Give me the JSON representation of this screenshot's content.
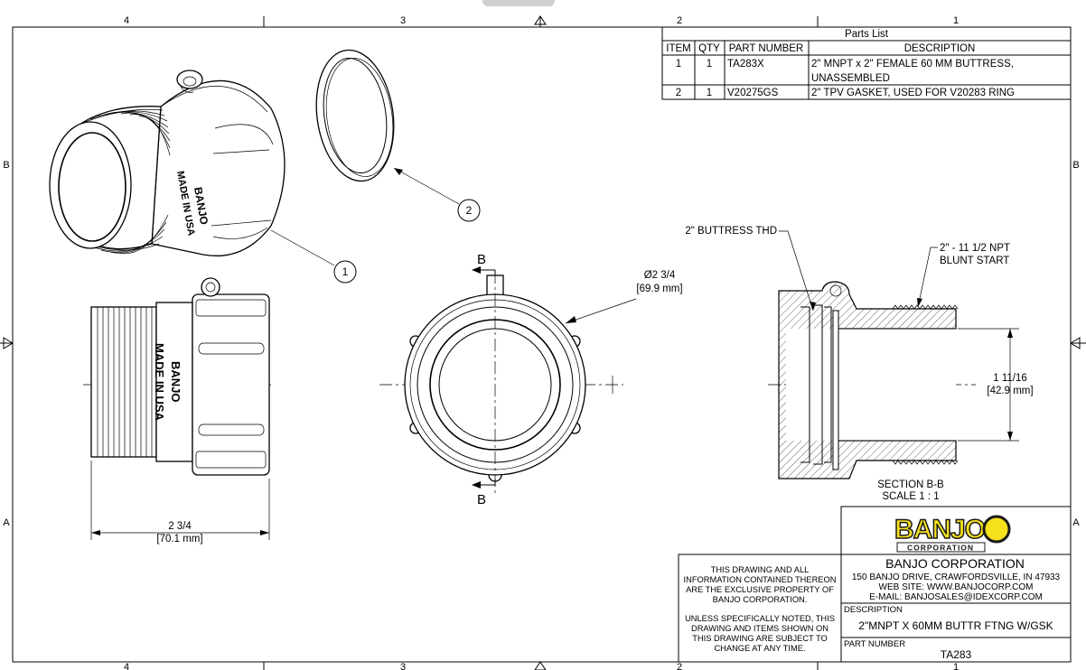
{
  "zones": {
    "top": [
      "4",
      "3",
      "2",
      "1"
    ],
    "bottom": [
      "4",
      "3",
      "2",
      "1"
    ],
    "left": [
      "B",
      "A"
    ],
    "right": [
      "B",
      "A"
    ]
  },
  "parts_list": {
    "title": "Parts List",
    "headers": [
      "ITEM",
      "QTY",
      "PART NUMBER",
      "DESCRIPTION"
    ],
    "rows": [
      {
        "item": "1",
        "qty": "1",
        "part": "TA283X",
        "desc1": "2\" MNPT x 2\" FEMALE 60 MM BUTTRESS,",
        "desc2": "UNASSEMBLED"
      },
      {
        "item": "2",
        "qty": "1",
        "part": "V20275GS",
        "desc1": "2\" TPV GASKET, USED FOR V20283 RING",
        "desc2": ""
      }
    ]
  },
  "balloons": {
    "one": "1",
    "two": "2"
  },
  "embossed": {
    "brand": "BANJO",
    "origin": "MADE IN USA"
  },
  "dimensions": {
    "length_main": "2 3/4",
    "length_mm": "[70.1 mm]",
    "dia_main": "Ø2 3/4",
    "dia_mm": "[69.9 mm]",
    "bore_main": "1 11/16",
    "bore_mm": "[42.9 mm]"
  },
  "section": {
    "marker": "B",
    "title": "SECTION B-B",
    "scale": "SCALE 1 : 1"
  },
  "callouts": {
    "buttress": "2\" BUTTRESS THD",
    "npt1": "2\" - 11 1/2 NPT",
    "npt2": "BLUNT START"
  },
  "notice": {
    "p1": [
      "THIS DRAWING AND ALL",
      "INFORMATION CONTAINED THEREON",
      "ARE THE EXCLUSIVE PROPERTY OF",
      "BANJO CORPORATION."
    ],
    "p2": [
      "UNLESS SPECIFICALLY NOTED, THIS",
      "DRAWING AND ITEMS SHOWN ON",
      "THIS DRAWING ARE SUBJECT TO",
      "CHANGE AT ANY TIME."
    ]
  },
  "company": {
    "logo_word": "BANJO",
    "logo_sub": "CORPORATION",
    "name": "BANJO CORPORATION",
    "address": "150 BANJO DRIVE, CRAWFORDSVILLE, IN 47933",
    "web": "WEB SITE: WWW.BANJOCORP.COM",
    "email": "E-MAIL: BANJOSALES@IDEXCORP.COM"
  },
  "title_block": {
    "desc_label": "DESCRIPTION",
    "desc_value": "2\"MNPT X 60MM BUTTR FTNG W/GSK",
    "pn_label": "PART NUMBER",
    "pn_value": "TA283"
  },
  "colors": {
    "logo_yellow": "#f5e11c",
    "logo_outline": "#1a1a1a",
    "line": "#000000"
  }
}
